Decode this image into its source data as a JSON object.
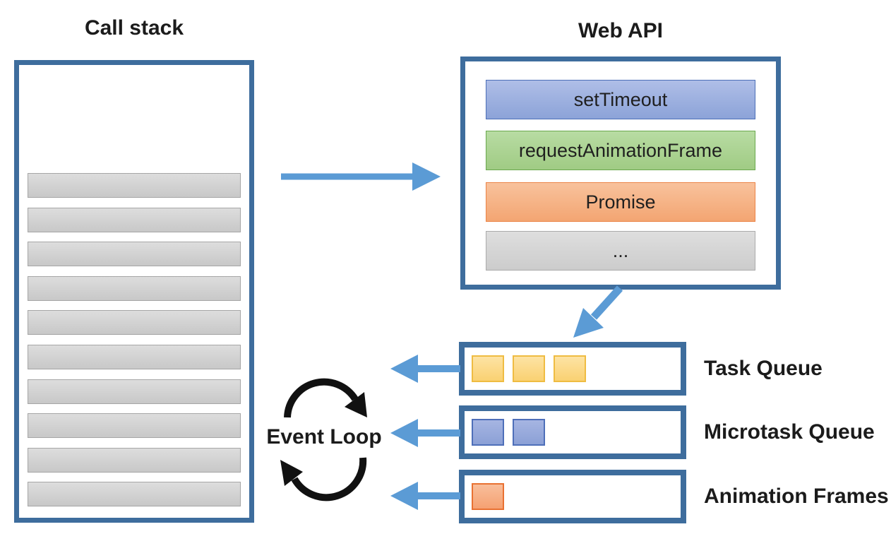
{
  "call_stack": {
    "title": "Call stack",
    "frame_count": 10
  },
  "web_api": {
    "title": "Web API",
    "items": [
      {
        "label": "setTimeout",
        "color": "blue"
      },
      {
        "label": "requestAnimationFrame",
        "color": "green"
      },
      {
        "label": "Promise",
        "color": "orange"
      },
      {
        "label": "...",
        "color": "gray"
      }
    ]
  },
  "event_loop": {
    "label": "Event Loop"
  },
  "queues": [
    {
      "label": "Task Queue",
      "item_count": 3,
      "item_color": "yellow"
    },
    {
      "label": "Microtask Queue",
      "item_count": 2,
      "item_color": "blue"
    },
    {
      "label": "Animation Frames",
      "item_count": 1,
      "item_color": "orange"
    }
  ],
  "colors": {
    "outline_blue": "#3E6D9D",
    "arrow_blue": "#5B9BD5",
    "event_loop_black": "#111111",
    "webapi_blue_fill": "#9DB1DF",
    "webapi_green_fill": "#ACD293",
    "webapi_orange_fill": "#F5B084",
    "webapi_gray_fill": "#D5D5D5",
    "queue_yellow_fill": "#FCD989",
    "queue_blue_fill": "#97A9DB",
    "queue_orange_fill": "#F6B086",
    "stack_frame_fill": "#D2D2D2"
  }
}
